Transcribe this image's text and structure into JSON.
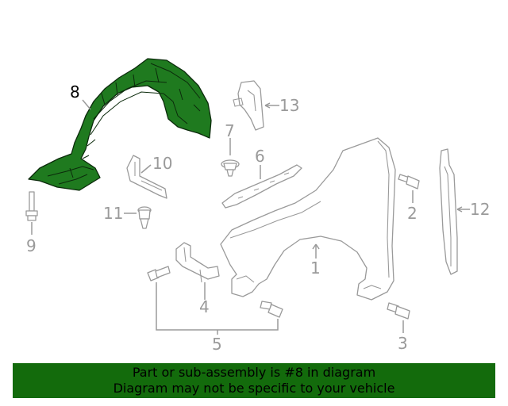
{
  "diagram": {
    "selected_part": "8",
    "callouts": {
      "c1": "1",
      "c2": "2",
      "c3": "3",
      "c4": "4",
      "c5": "5",
      "c6": "6",
      "c7": "7",
      "c8": "8",
      "c9": "9",
      "c10": "10",
      "c11": "11",
      "c12": "12",
      "c13": "13"
    },
    "colors": {
      "highlight": "#1f7a1f",
      "line": "#9a9a9a",
      "banner": "#136b0c"
    }
  },
  "banner": {
    "line1": "Part or sub-assembly is #8 in diagram",
    "line2": "Diagram may not be specific to your vehicle"
  }
}
